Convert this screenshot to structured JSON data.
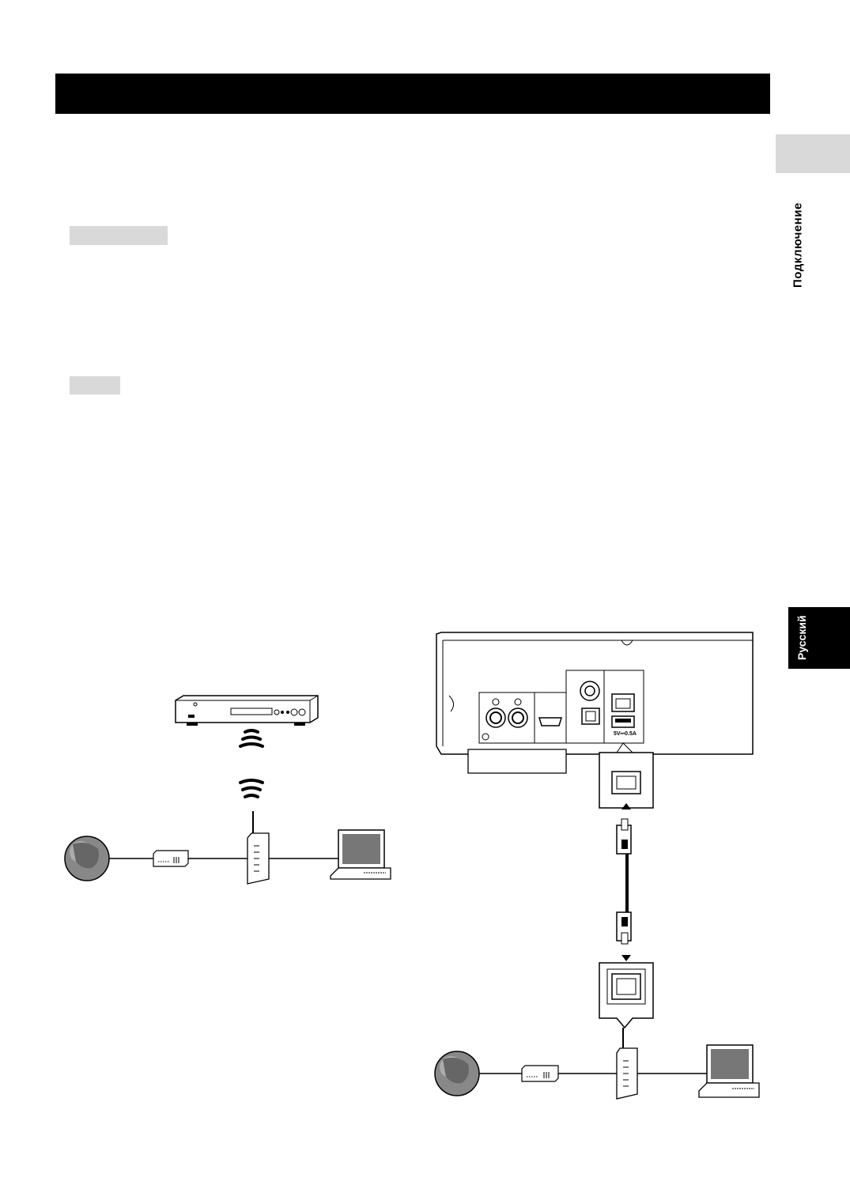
{
  "section": {
    "side_label": "Подключение",
    "language_tab": "Русский"
  },
  "rear_panel": {
    "usb_rating": "5V⎓0.5A"
  },
  "icons": {
    "player": "blu-ray-player-icon",
    "wireless": "wireless-signal-icon",
    "router": "wireless-router-icon",
    "modem": "modem-icon",
    "globe": "internet-globe-icon",
    "computer": "laptop-computer-icon",
    "cable": "lan-cable-icon",
    "port": "lan-port-icon"
  }
}
